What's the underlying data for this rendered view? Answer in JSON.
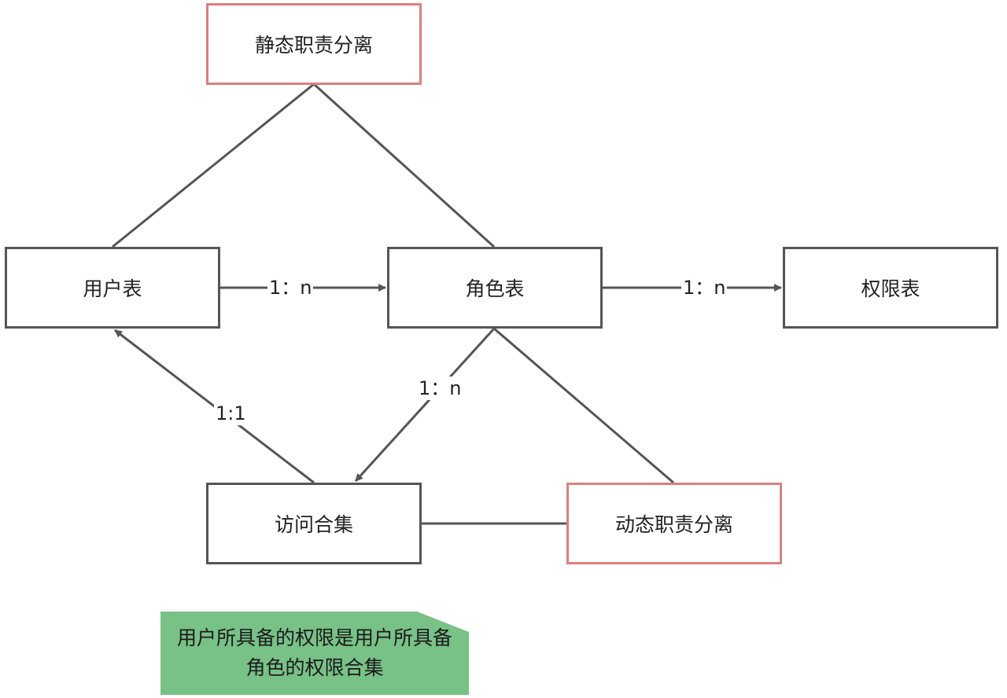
{
  "colors": {
    "line": "#555555",
    "highlight_border": "#d98080",
    "note_fill": "#78c187"
  },
  "nodes": {
    "static_sod": "静态职责分离",
    "user_table": "用户表",
    "role_table": "角色表",
    "permission_table": "权限表",
    "access_set": "访问合集",
    "dynamic_sod": "动态职责分离"
  },
  "edges": {
    "user_role": "1：n",
    "role_permission": "1：n",
    "role_access": "1：n",
    "access_user": "1:1"
  },
  "note": {
    "text": "用户所具备的权限是用户所具备角色的权限合集"
  }
}
